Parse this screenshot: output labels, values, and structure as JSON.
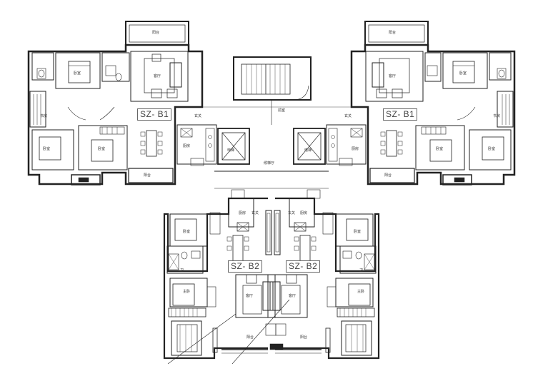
{
  "units": {
    "top_left": "SZ- B1",
    "top_right": "SZ- B1",
    "bottom_left": "SZ- B2",
    "bottom_right": "SZ- B2"
  },
  "room_labels": {
    "tl_balcony": "阳台",
    "tl_living": "客厅",
    "tl_bedroom_north": "卧室",
    "tl_study": "书房",
    "tl_bedroom_sw": "卧室",
    "tl_bedroom_s": "卧室",
    "tl_entry": "玄关",
    "tl_kitchen": "厨房",
    "tl_balcony_s": "阳台",
    "tl_elevator": "电梯",
    "tr_balcony": "阳台",
    "tr_living": "客厅",
    "tr_bedroom_north": "卧室",
    "tr_study": "书房",
    "tr_bedroom_sw": "卧室",
    "tr_bedroom_s": "卧室",
    "tr_entry": "玄关",
    "tr_kitchen": "厨房",
    "tr_balcony_s": "阳台",
    "tr_elevator": "电梯",
    "core_hall": "前室",
    "core_corridor": "候梯厅",
    "bl_kitchen": "厨房",
    "bl_entry": "玄关",
    "bl_bedroom": "卧室",
    "bl_bath": "卫",
    "bl_living": "客厅",
    "bl_master": "主卧",
    "bl_balcony": "阳台",
    "br_kitchen": "厨房",
    "br_entry": "玄关",
    "br_bedroom": "卧室",
    "br_bath": "卫",
    "br_living": "客厅",
    "br_master": "主卧",
    "br_balcony": "阳台"
  }
}
